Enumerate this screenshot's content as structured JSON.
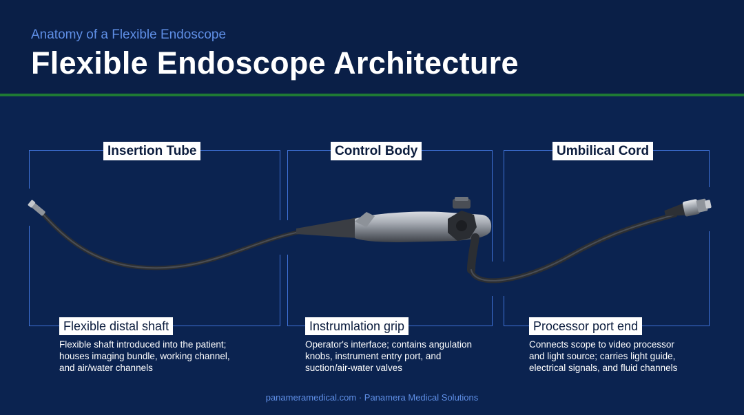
{
  "header": {
    "subtitle": "Anatomy of a Flexible Endoscope",
    "title": "Flexible Endoscope Architecture"
  },
  "sections": [
    {
      "title": "Insertion Tube",
      "label": "Flexible distal shaft",
      "description": "Flexible shaft introduced into the patient; houses imaging bundle, working channel, and air/water channels"
    },
    {
      "title": "Control Body",
      "label": "Instrumlation grip",
      "description": "Operator's interface; contains angulation knobs, instrument entry port, and suction/air-water valves"
    },
    {
      "title": "Umbilical Cord",
      "label": "Processor port end",
      "description": "Connects scope to video processor and light source; carries light guide, electrical signals, and fluid channels"
    }
  ],
  "footer": "panameramedical.com · Panamera Medical Solutions",
  "colors": {
    "background": "#0b2350",
    "accent_blue": "#3f72d8",
    "divider_green": "#1f7a34",
    "subtitle_blue": "#5f8fe6"
  }
}
